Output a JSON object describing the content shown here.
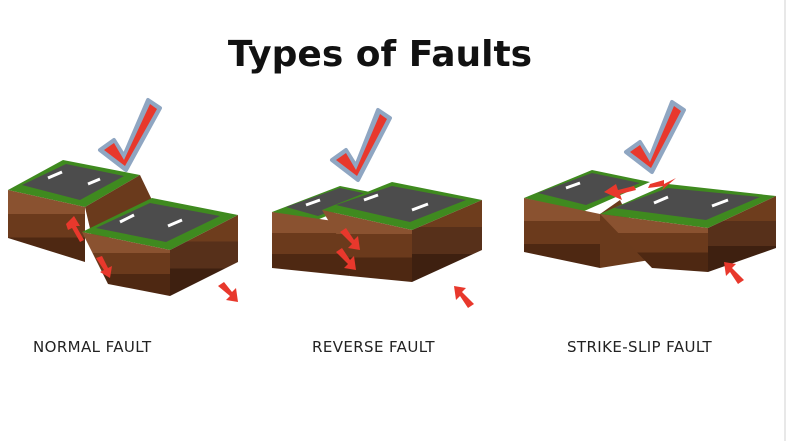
{
  "title": "Types of Faults",
  "faults": [
    {
      "label": "NORMAL FAULT"
    },
    {
      "label": "REVERSE FAULT"
    },
    {
      "label": "STRIKE-SLIP FAULT"
    }
  ],
  "colors": {
    "grass": "#3f8a1f",
    "road": "#4a4a4a",
    "soil_light": "#7a4624",
    "soil_mid": "#5e3318",
    "soil_dark": "#4a2611",
    "arrow": "#e8382c",
    "check_outline": "#8fa6c2"
  },
  "icons": [
    "check-mark-icon",
    "red-arrow-icon"
  ]
}
